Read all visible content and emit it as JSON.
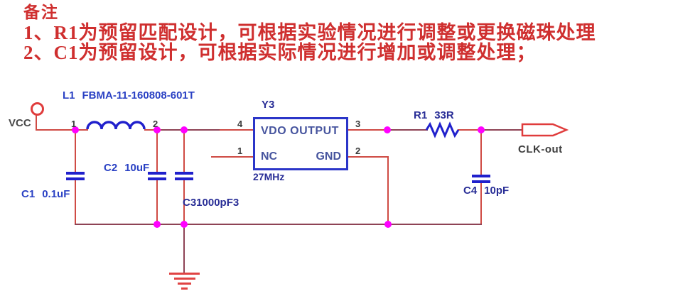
{
  "notes": {
    "title": "备注",
    "line1": "1、R1为预留匹配设计，可根据实验情况进行调整或更换磁珠处理",
    "line2": "2、C1为预留设计，可根据实际情况进行增加或调整处理；",
    "text_color": "#cf2f2f"
  },
  "schematic": {
    "vcc_label": "VCC",
    "clk_out_label": "CLK-out",
    "inductor": {
      "ref": "L1",
      "value": "FBMA-11-160808-601T",
      "pin1": "1",
      "pin2": "2"
    },
    "cap_c1": {
      "ref": "C1",
      "value": "0.1uF"
    },
    "cap_c2": {
      "ref": "C2",
      "value": "10uF"
    },
    "cap_c3": {
      "label": "C31000pF3"
    },
    "cap_c4": {
      "ref": "C4",
      "value": "10pF"
    },
    "resistor_r1": {
      "ref": "R1",
      "value": "33R"
    },
    "oscillator": {
      "ref": "Y3",
      "top_text": "VDO OUTPUT",
      "bottom_left_text": "NC",
      "bottom_right_text": "GND",
      "freq": "27MHz",
      "pin_top_left": "4",
      "pin_top_right": "3",
      "pin_bottom_left": "1",
      "pin_bottom_right": "2"
    },
    "colors": {
      "wire_red": "#cf4b44",
      "wire_dark": "#8e4355",
      "component_blue": "#2020cc",
      "label_blue": "#2a41c4",
      "label_navy": "#282d96",
      "junction_magenta": "#ff00ff",
      "port_red": "#e03c3c",
      "ground_red": "#e04444",
      "text_gray": "#3d3d3d"
    }
  }
}
